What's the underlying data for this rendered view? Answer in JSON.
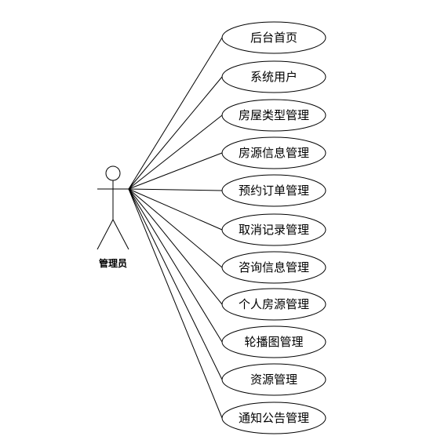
{
  "actor": {
    "label": "管理员"
  },
  "use_cases": [
    {
      "id": "uc-home",
      "label": "后台首页"
    },
    {
      "id": "uc-system-users",
      "label": "系统用户"
    },
    {
      "id": "uc-house-type",
      "label": "房屋类型管理"
    },
    {
      "id": "uc-house-source",
      "label": "房源信息管理"
    },
    {
      "id": "uc-booking-order",
      "label": "预约订单管理"
    },
    {
      "id": "uc-cancel-record",
      "label": "取消记录管理"
    },
    {
      "id": "uc-inquiry",
      "label": "咨询信息管理"
    },
    {
      "id": "uc-personal-house",
      "label": "个人房源管理"
    },
    {
      "id": "uc-carousel",
      "label": "轮播图管理"
    },
    {
      "id": "uc-resource",
      "label": "资源管理"
    },
    {
      "id": "uc-notice",
      "label": "通知公告管理"
    }
  ],
  "colors": {
    "line": "#000000",
    "fill": "#ffffff",
    "text": "#000000"
  }
}
